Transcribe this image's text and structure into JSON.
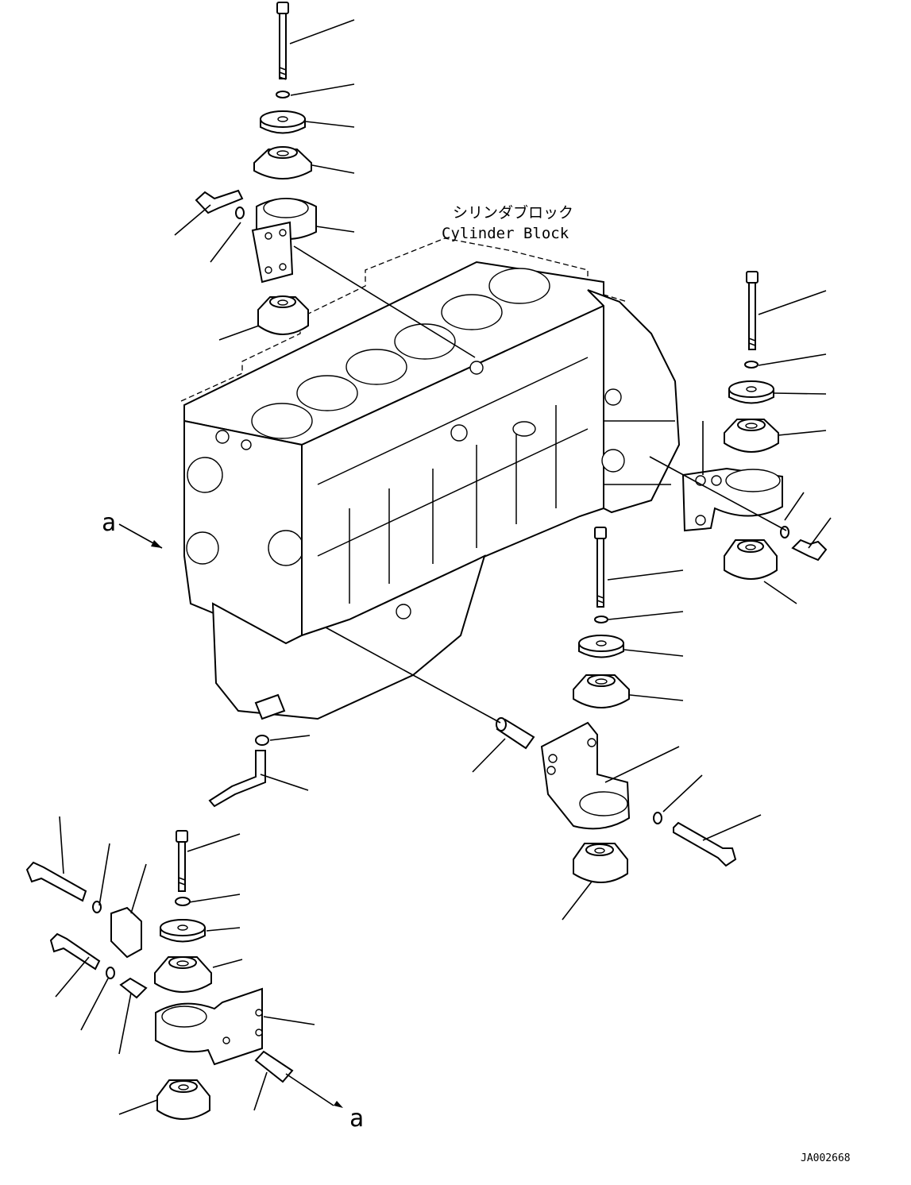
{
  "labels": {
    "cylinder_block_jp": "シリンダブロック",
    "cylinder_block_en": "Cylinder Block",
    "view_marker_left": "a",
    "view_marker_bottom": "a",
    "drawing_number": "JA002668"
  }
}
